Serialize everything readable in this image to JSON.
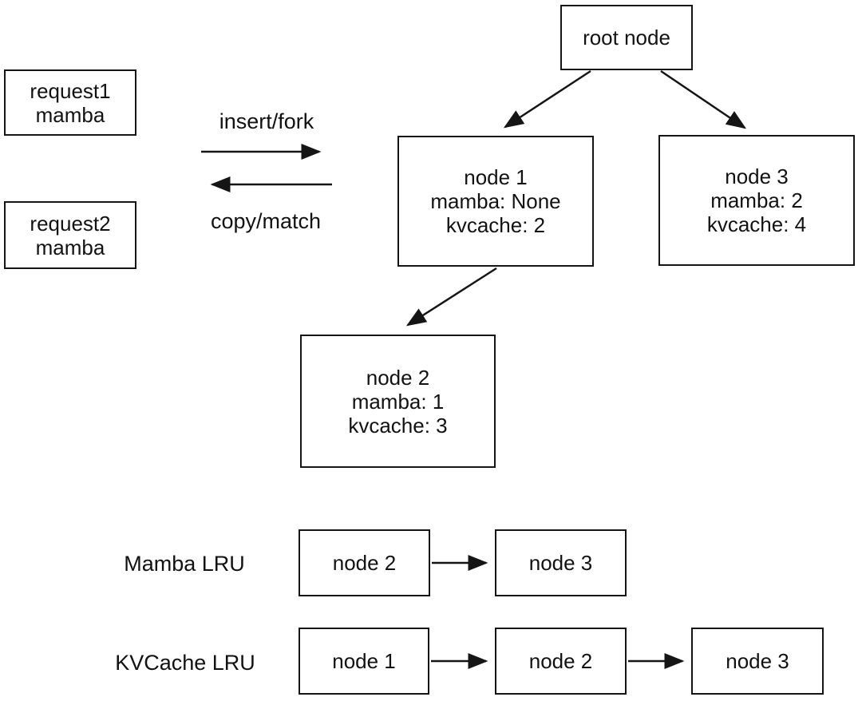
{
  "colors": {
    "background": "#ffffff",
    "line": "#151515",
    "text": "#121212"
  },
  "legend": {
    "insert_fork": "insert/fork",
    "copy_match": "copy/match"
  },
  "requests": [
    {
      "lines": [
        "request1",
        "mamba"
      ]
    },
    {
      "lines": [
        "request2",
        "mamba"
      ]
    }
  ],
  "tree": {
    "root": {
      "label": "root node"
    },
    "node1": {
      "lines": [
        "node 1",
        "mamba: None",
        "kvcache: 2"
      ]
    },
    "node2": {
      "lines": [
        "node 2",
        "mamba: 1",
        "kvcache: 3"
      ]
    },
    "node3": {
      "lines": [
        "node 3",
        "mamba: 2",
        "kvcache: 4"
      ]
    }
  },
  "lru_lists": [
    {
      "label": "Mamba LRU",
      "nodes": [
        "node 2",
        "node 3"
      ]
    },
    {
      "label": "KVCache LRU",
      "nodes": [
        "node 1",
        "node 2",
        "node 3"
      ]
    }
  ]
}
